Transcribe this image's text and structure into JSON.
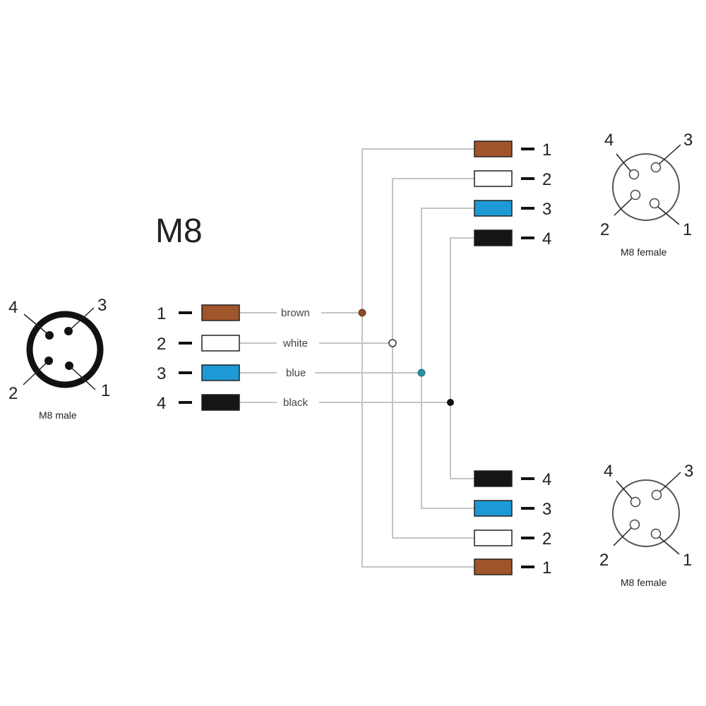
{
  "title": "M8",
  "colors": {
    "brown": "#a0552a",
    "white": "#ffffff",
    "blue": "#1d9ad6",
    "black": "#151515",
    "wire": "#c4c4c4",
    "junction_blue": "#2a92a8"
  },
  "wires": [
    {
      "pin": "1",
      "label": "brown",
      "color": "brown"
    },
    {
      "pin": "2",
      "label": "white",
      "color": "white"
    },
    {
      "pin": "3",
      "label": "blue",
      "color": "blue"
    },
    {
      "pin": "4",
      "label": "black",
      "color": "black"
    }
  ],
  "male_connector": {
    "caption": "M8 male",
    "pins": [
      "1",
      "2",
      "3",
      "4"
    ]
  },
  "female_top": {
    "caption": "M8 female",
    "pins": [
      "1",
      "2",
      "3",
      "4"
    ]
  },
  "female_bottom": {
    "caption": "M8 female",
    "pins": [
      "1",
      "2",
      "3",
      "4"
    ]
  }
}
